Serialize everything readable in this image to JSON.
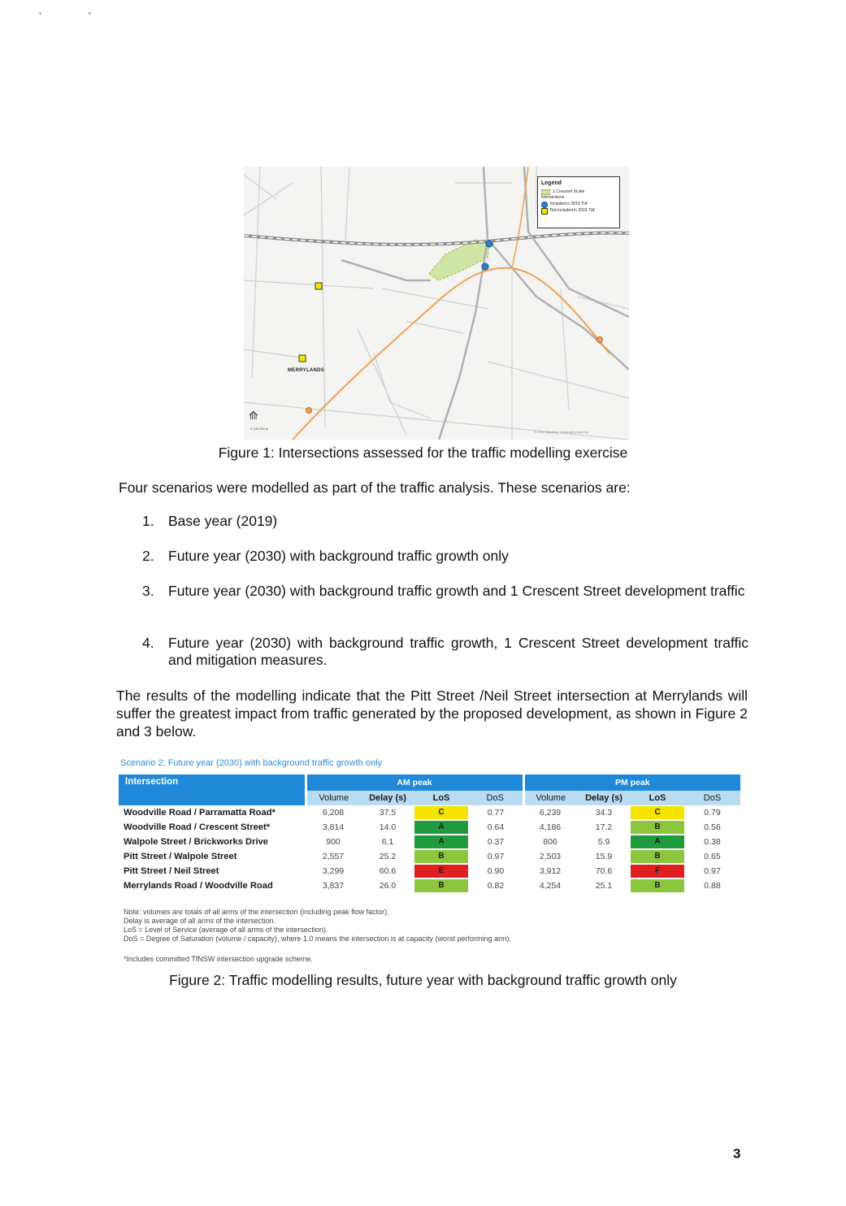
{
  "figure1": {
    "legend": {
      "title": "Legend",
      "site": "1 Crescent St site",
      "intersections": "Intersections",
      "included": "Included in 2019 TIA",
      "not_included": "Not included in 2019 TIA"
    },
    "merrylands_label": "MERRYLANDS",
    "scale_label": "0   100   200 m",
    "copyright": "© 2021 Mapping, Geography and Info",
    "caption": "Figure 1: Intersections assessed for the traffic modelling exercise",
    "colors": {
      "route": "#f0a050",
      "site": "#cfe6a6",
      "blue": "#2a82d4",
      "yellow": "#f5e400"
    }
  },
  "intro": "Four scenarios were modelled as part of the traffic analysis.  These scenarios are:",
  "scenarios": [
    {
      "num": "1.",
      "text": "Base year (2019)"
    },
    {
      "num": "2.",
      "text": "Future year (2030) with background traffic growth only"
    },
    {
      "num": "3.",
      "text": "Future year (2030) with background traffic growth and 1 Crescent Street development traffic"
    },
    {
      "num": "4.",
      "text": "Future year (2030) with background traffic growth, 1 Crescent Street development traffic and mitigation measures."
    }
  ],
  "results_para": "The results of the modelling indicate that the Pitt Street /Neil Street intersection at Merrylands will suffer the greatest impact from traffic generated by the proposed development, as shown in Figure 2 and 3 below.",
  "table": {
    "title": "Scenario 2: Future year (2030) with background traffic growth only",
    "headers": {
      "intersection": "Intersection",
      "am_peak": "AM peak",
      "pm_peak": "PM peak",
      "volume": "Volume",
      "delay": "Delay (s)",
      "los": "LoS",
      "dos": "DoS"
    },
    "los_colors": {
      "A": "#1f9a3c",
      "B": "#8cc63f",
      "C": "#f5e400",
      "E": "#e02020",
      "F": "#e02020"
    },
    "rows": [
      {
        "name": "Woodville Road / Parramatta Road*",
        "am": [
          "6,208",
          "37.5",
          "C",
          "0.77"
        ],
        "pm": [
          "6,239",
          "34.3",
          "C",
          "0.79"
        ]
      },
      {
        "name": "Woodville Road / Crescent Street*",
        "am": [
          "3,814",
          "14.0",
          "A",
          "0.64"
        ],
        "pm": [
          "4,186",
          "17.2",
          "B",
          "0.56"
        ]
      },
      {
        "name": "Walpole Street / Brickworks Drive",
        "am": [
          "900",
          "6.1",
          "A",
          "0.37"
        ],
        "pm": [
          "806",
          "5.9",
          "A",
          "0.38"
        ]
      },
      {
        "name": "Pitt Street / Walpole Street",
        "am": [
          "2,557",
          "25.2",
          "B",
          "0.97"
        ],
        "pm": [
          "2,503",
          "15.9",
          "B",
          "0.65"
        ]
      },
      {
        "name": "Pitt Street / Neil Street",
        "am": [
          "3,299",
          "60.6",
          "E",
          "0.90"
        ],
        "pm": [
          "3,912",
          "70.6",
          "F",
          "0.97"
        ]
      },
      {
        "name": "Merrylands Road / Woodville Road",
        "am": [
          "3,837",
          "26.0",
          "B",
          "0.82"
        ],
        "pm": [
          "4,254",
          "25.1",
          "B",
          "0.88"
        ]
      }
    ],
    "notes": [
      "Note: volumes are totals of all arms of the intersection (including peak flow factor).",
      "Delay is average of all arms of the intersection.",
      "LoS = Level of Service (average of all arms of the intersection).",
      "DoS = Degree of Saturation (volume / capacity), where 1.0 means the intersection is at capacity (worst performing arm)."
    ],
    "footnote": "*Includes committed TfNSW intersection upgrade scheme."
  },
  "figure2_caption": "Figure 2: Traffic modelling results, future year with background traffic growth only",
  "page_number": "3"
}
